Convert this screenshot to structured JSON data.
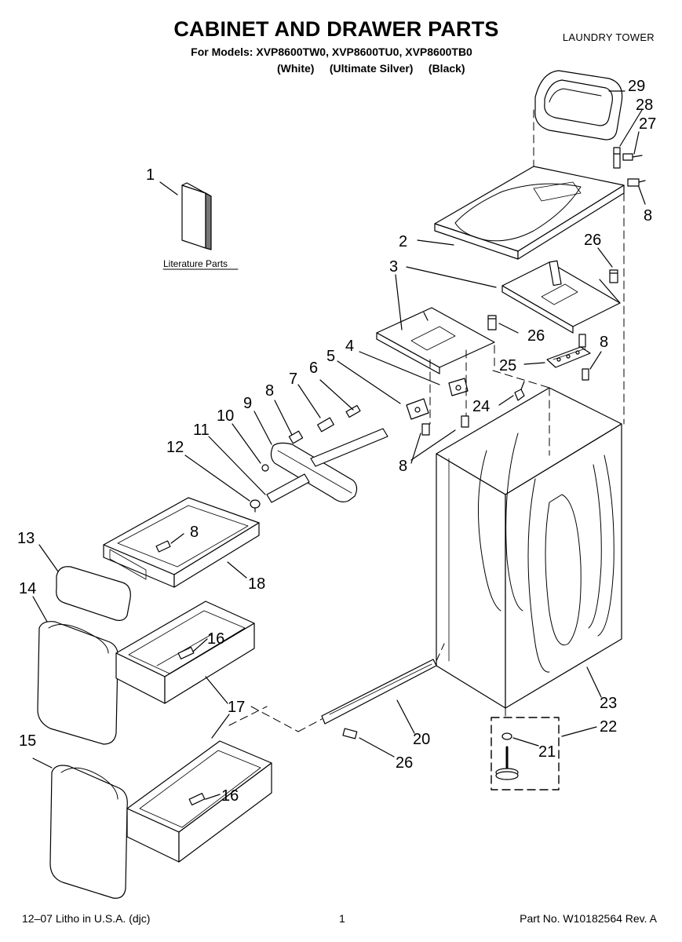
{
  "header": {
    "title": "CABINET AND DRAWER PARTS",
    "section": "LAUNDRY TOWER",
    "models_line": "For Models: XVP8600TW0, XVP8600TU0, XVP8600TB0",
    "variants_line": "(White)     (Ultimate Silver)     (Black)"
  },
  "literature_label": "Literature Parts",
  "callouts": [
    {
      "id": "c1",
      "text": "1"
    },
    {
      "id": "c2",
      "text": "2"
    },
    {
      "id": "c3",
      "text": "3"
    },
    {
      "id": "c4",
      "text": "4"
    },
    {
      "id": "c5",
      "text": "5"
    },
    {
      "id": "c6",
      "text": "6"
    },
    {
      "id": "c7",
      "text": "7"
    },
    {
      "id": "c8a",
      "text": "8"
    },
    {
      "id": "c8b",
      "text": "8"
    },
    {
      "id": "c8c",
      "text": "8"
    },
    {
      "id": "c8d",
      "text": "8"
    },
    {
      "id": "c8e",
      "text": "8"
    },
    {
      "id": "c9",
      "text": "9"
    },
    {
      "id": "c10",
      "text": "10"
    },
    {
      "id": "c11",
      "text": "11"
    },
    {
      "id": "c12",
      "text": "12"
    },
    {
      "id": "c13",
      "text": "13"
    },
    {
      "id": "c14",
      "text": "14"
    },
    {
      "id": "c15",
      "text": "15"
    },
    {
      "id": "c16a",
      "text": "16"
    },
    {
      "id": "c16b",
      "text": "16"
    },
    {
      "id": "c17",
      "text": "17"
    },
    {
      "id": "c18",
      "text": "18"
    },
    {
      "id": "c20",
      "text": "20"
    },
    {
      "id": "c21",
      "text": "21"
    },
    {
      "id": "c22",
      "text": "22"
    },
    {
      "id": "c23",
      "text": "23"
    },
    {
      "id": "c24",
      "text": "24"
    },
    {
      "id": "c25",
      "text": "25"
    },
    {
      "id": "c26a",
      "text": "26"
    },
    {
      "id": "c26b",
      "text": "26"
    },
    {
      "id": "c26c",
      "text": "26"
    },
    {
      "id": "c27",
      "text": "27"
    },
    {
      "id": "c28",
      "text": "28"
    },
    {
      "id": "c29",
      "text": "29"
    }
  ],
  "footer": {
    "litho": "12–07 Litho in U.S.A. (djc)",
    "page": "1",
    "part_no": "Part No. W10182564 Rev. A"
  }
}
